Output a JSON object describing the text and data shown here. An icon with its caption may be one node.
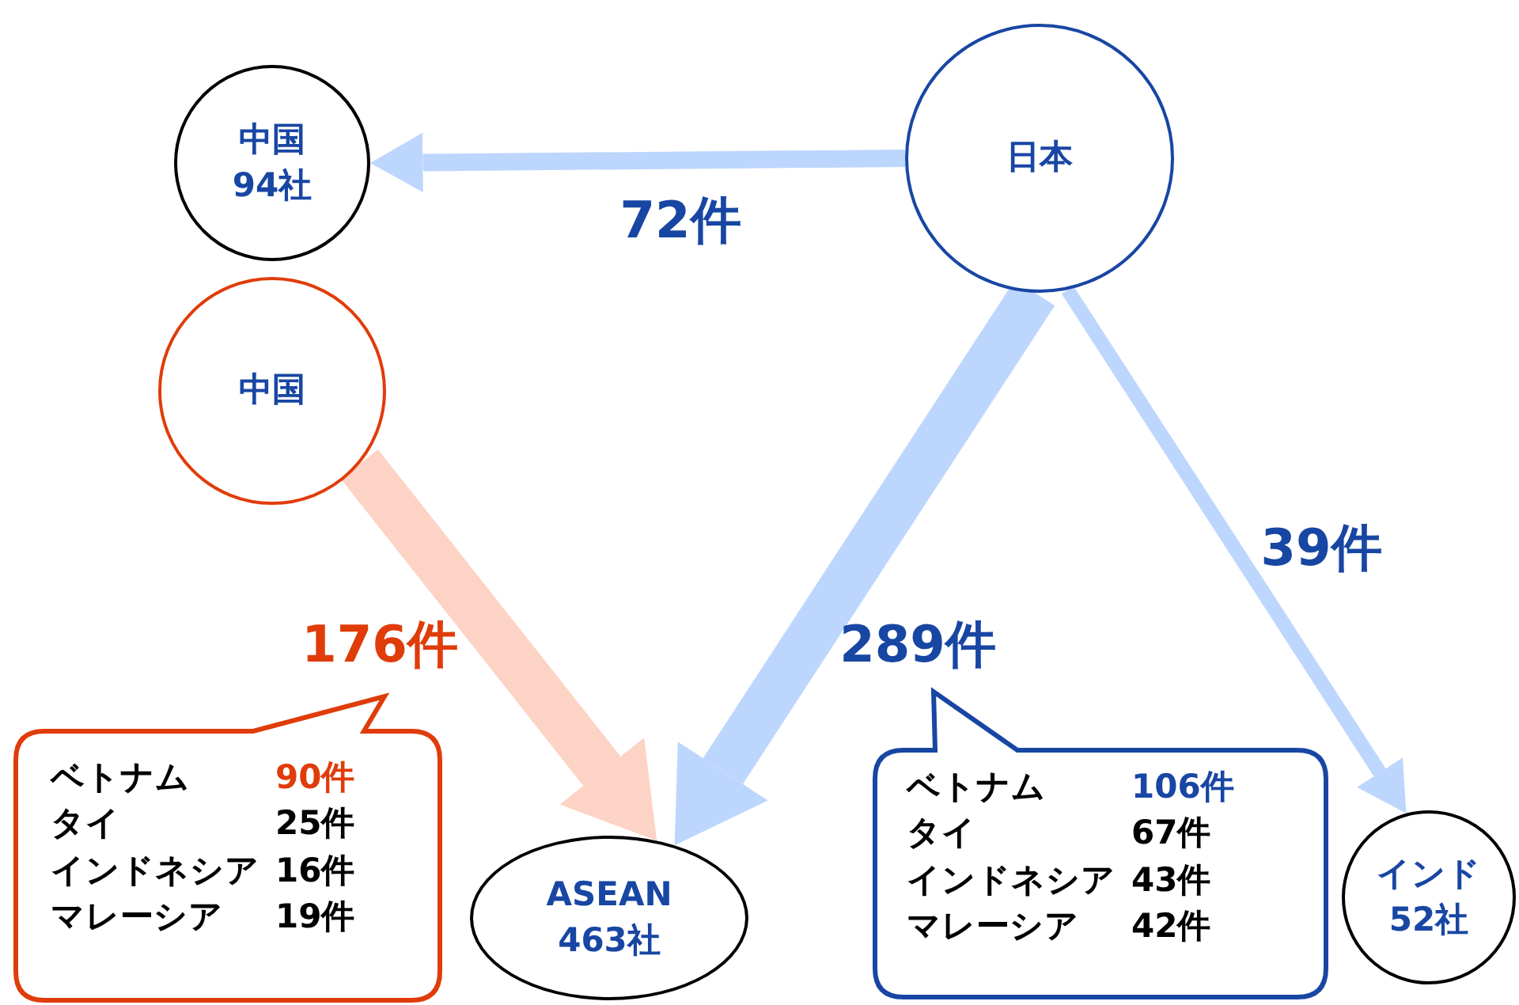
{
  "diagram": {
    "nodes": [
      {
        "text": [
          "中国",
          "94社"
        ]
      },
      {
        "text": [
          "日本"
        ]
      },
      {
        "text": [
          "中国"
        ]
      },
      {
        "text": [
          "ASEAN",
          "463社"
        ]
      },
      {
        "text": [
          "インド",
          "52社"
        ]
      },
      {
        "text": [
          "ベトナム",
          "90件",
          "タイ",
          "25件",
          "インドネシア",
          "16件",
          "マレーシア",
          "19件"
        ]
      },
      {
        "text": [
          "ベトナム",
          "106件",
          "タイ",
          "67件",
          "インドネシア",
          "43件",
          "マレーシア",
          "42件"
        ]
      }
    ],
    "edges": [
      {
        "from": 1,
        "to": 0,
        "arrow": "to",
        "label": "72件"
      },
      {
        "from": 2,
        "to": 3,
        "arrow": "to",
        "label": "176件",
        "color": "#fdd3c5",
        "style": "thick"
      },
      {
        "from": 1,
        "to": 3,
        "arrow": "to",
        "label": "289件",
        "style": "thick"
      },
      {
        "from": 1,
        "to": 4,
        "arrow": "to",
        "label": "39件"
      }
    ]
  }
}
